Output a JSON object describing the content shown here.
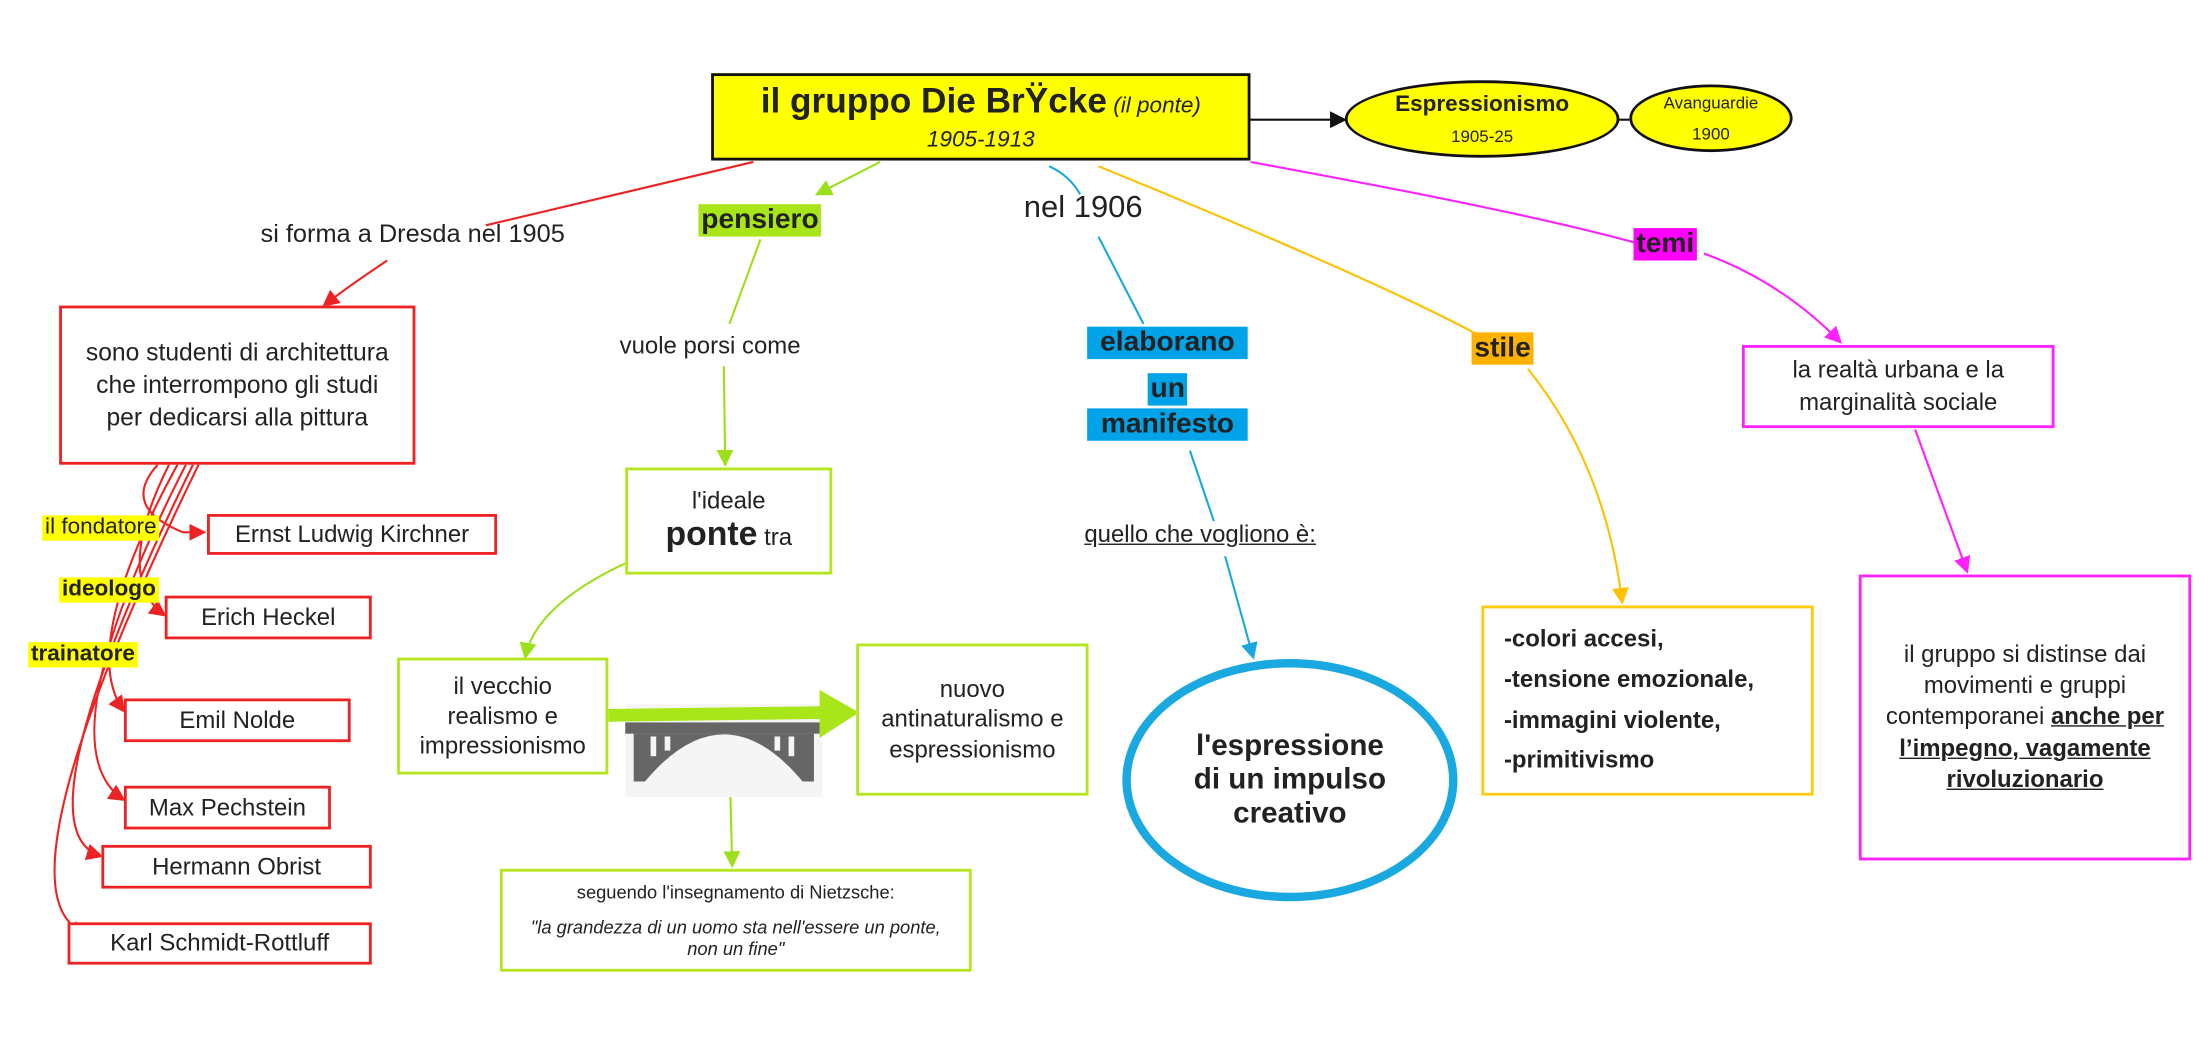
{
  "title": {
    "main": "il gruppo Die BrŸcke",
    "sub": "(il ponte)",
    "years": "1905-1913"
  },
  "espressionismo": {
    "label": "Espressionismo",
    "years": "1905-25"
  },
  "avanguardie": {
    "label": "Avanguardie",
    "years": "1900"
  },
  "left": {
    "link": "si forma a Dresda nel 1905",
    "box": [
      "sono studenti di architettura",
      "che interrompono gli studi",
      "per dedicarsi alla pittura"
    ],
    "roles": {
      "fondatore": "il fondatore",
      "ideologo": "ideologo",
      "trainatore": "trainatore"
    },
    "members": [
      "Ernst Ludwig Kirchner",
      "Erich Heckel",
      "Emil Nolde",
      "Max Pechstein",
      "Hermann Obrist",
      "Karl Schmidt-Rottluff"
    ]
  },
  "pensiero": {
    "tag": "pensiero",
    "link": "vuole porsi come",
    "ideale": {
      "l1": "l'ideale",
      "bold": "ponte",
      "rest": "tra"
    },
    "old": [
      "il vecchio",
      "realismo e",
      "impressionismo"
    ],
    "new": [
      "nuovo",
      "antinaturalismo e",
      "espressionismo"
    ],
    "nietzsche": {
      "intro": "seguendo l'insegnamento di Nietzsche:",
      "quote": "\"la grandezza di un uomo sta nell'essere un ponte, non un fine\""
    }
  },
  "manifesto": {
    "year": "nel 1906",
    "tag1": "elaborano",
    "tag2": "un",
    "tag3": "manifesto",
    "link": "quello che vogliono è:",
    "circle": [
      "l'espressione",
      "di un impulso",
      "creativo"
    ]
  },
  "stile": {
    "tag": "stile",
    "items": [
      "-colori accesi,",
      "-tensione emozionale,",
      "-immagini violente,",
      "-primitivismo"
    ]
  },
  "temi": {
    "tag": "temi",
    "box": [
      "la realtà urbana e la",
      "marginalità sociale"
    ],
    "final": {
      "text": "il gruppo si distinse dai movimenti e gruppi contemporanei ",
      "bold": "anche per l’impegno, vagamente rivoluzionario"
    }
  },
  "colors": {
    "red": "#ee2222",
    "lime": "#b5e61d",
    "blue": "#00a2e8",
    "orange": "#ffc90e",
    "magenta": "#ff00ff",
    "yellow": "#ffff00"
  }
}
